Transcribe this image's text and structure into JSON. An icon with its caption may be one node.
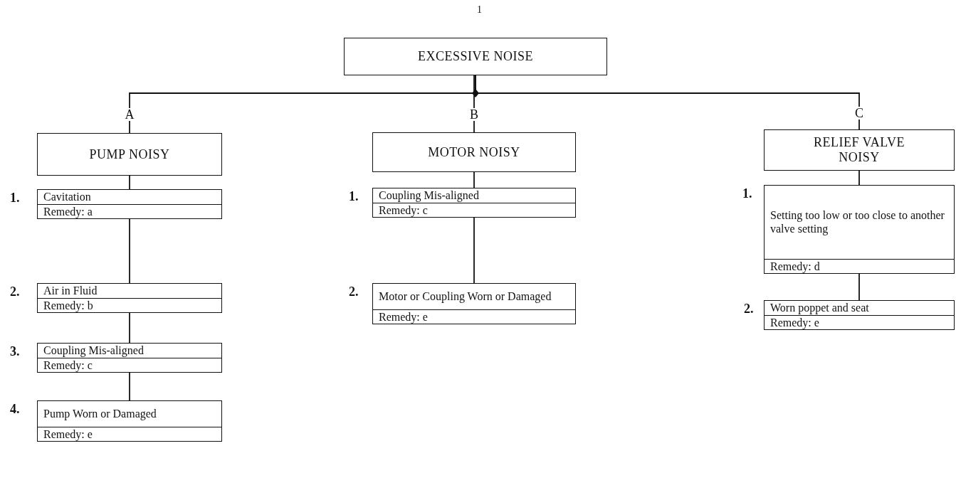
{
  "diagram": {
    "nodes": [
      {
        "text": [
          "EXCESSIVE NOISE"
        ]
      },
      {
        "text": [
          "PUMP NOISY"
        ]
      },
      {
        "text": [
          "MOTOR NOISY"
        ]
      },
      {
        "text": [
          "RELIEF VALVE NOISY"
        ]
      },
      {
        "text": [
          "Cavitation",
          "Remedy: a"
        ],
        "beside": [
          "1."
        ]
      },
      {
        "text": [
          "Air in Fluid",
          "Remedy: b"
        ],
        "beside": [
          "2."
        ]
      },
      {
        "text": [
          "Coupling Mis-aligned",
          "Remedy: c"
        ],
        "beside": [
          "3."
        ]
      },
      {
        "text": [
          "Pump Worn or Damaged",
          "Remedy: e"
        ],
        "beside": [
          "4."
        ]
      },
      {
        "text": [
          "Coupling Mis-aligned",
          "Remedy: c"
        ],
        "beside": [
          "1."
        ]
      },
      {
        "text": [
          "Motor or Coupling Worn or Damaged",
          "Remedy: e"
        ],
        "beside": [
          "2."
        ]
      },
      {
        "text": [
          "Setting too low or too close to another valve setting",
          "Remedy: d"
        ],
        "beside": [
          "1."
        ]
      },
      {
        "text": [
          "Worn poppet and seat",
          "Remedy: e"
        ],
        "beside": [
          "2."
        ]
      }
    ],
    "edges": [
      {
        "from": 0,
        "to": 1,
        "arrow": "none",
        "label": "A"
      },
      {
        "from": 0,
        "to": 2,
        "arrow": "none",
        "label": "B"
      },
      {
        "from": 0,
        "to": 3,
        "arrow": "none",
        "label": "C"
      },
      {
        "from": 1,
        "to": 4,
        "arrow": "none"
      },
      {
        "from": 4,
        "to": 5,
        "arrow": "none"
      },
      {
        "from": 5,
        "to": 6,
        "arrow": "none"
      },
      {
        "from": 6,
        "to": 7,
        "arrow": "none"
      },
      {
        "from": 2,
        "to": 8,
        "arrow": "none"
      },
      {
        "from": 8,
        "to": 9,
        "arrow": "none"
      },
      {
        "from": 3,
        "to": 10,
        "arrow": "none"
      },
      {
        "from": 10,
        "to": 11,
        "arrow": "none"
      }
    ],
    "labels": [
      "1"
    ]
  }
}
